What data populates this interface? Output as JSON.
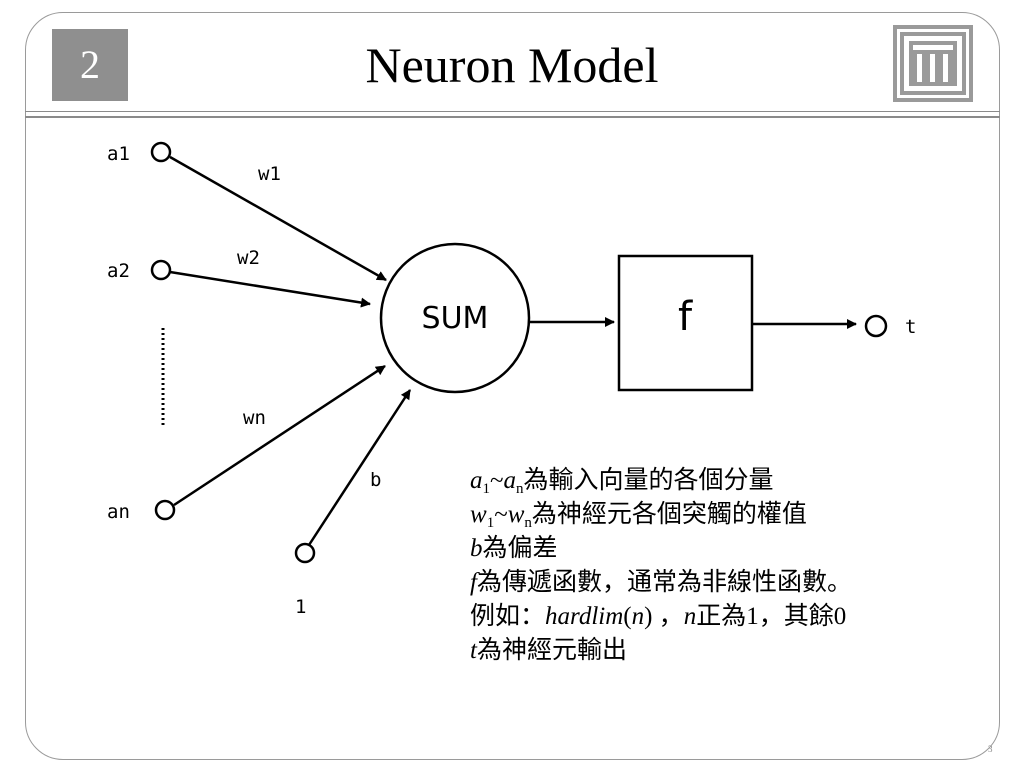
{
  "slide": {
    "number": "2",
    "title": "Neuron Model",
    "page": "3"
  },
  "diagram": {
    "inputs": [
      "a1",
      "a2",
      "an",
      "1"
    ],
    "weights": [
      "w1",
      "w2",
      "wn",
      "b"
    ],
    "sum_label": "SUM",
    "function_label": "f",
    "output_label": "t"
  },
  "description": {
    "line1": {
      "var1": "a",
      "sub1": "1",
      "sep": "~",
      "var2": "a",
      "sub2": "n",
      "text": "為輸入向量的各個分量"
    },
    "line2": {
      "var1": "w",
      "sub1": "1",
      "sep": "~",
      "var2": "w",
      "sub2": "n",
      "text": "為神經元各個突觸的權值"
    },
    "line3": {
      "var": "b",
      "text": "為偏差"
    },
    "line4": {
      "var": "f",
      "text": "為傳遞函數，通常為非線性函數。"
    },
    "line5": {
      "prefix": "例如：",
      "func": "hardlim",
      "paren_open": "(",
      "arg": "n",
      "paren_close": ")",
      "mid": " ，",
      "var": "n",
      "text": "正為1，其餘0"
    },
    "line6": {
      "var": "t",
      "text": "為神經元輸出"
    }
  },
  "colors": {
    "number_box": "#8f8f8f",
    "frame": "#9a9a9a"
  }
}
